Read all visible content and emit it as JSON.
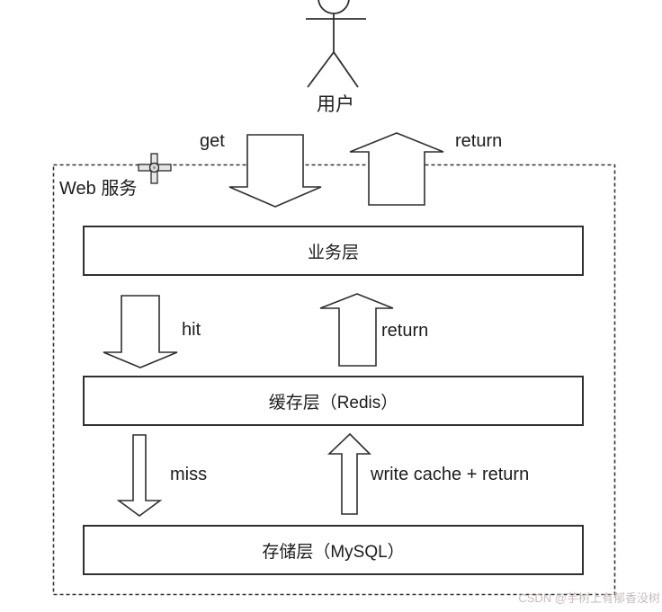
{
  "diagram": {
    "actor": {
      "label": "用户"
    },
    "container": {
      "label": "Web 服务"
    },
    "boxes": [
      {
        "id": "business",
        "label": "业务层"
      },
      {
        "id": "cache",
        "label": "缓存层（Redis）"
      },
      {
        "id": "storage",
        "label": "存储层（MySQL）"
      }
    ],
    "arrows": [
      {
        "id": "get",
        "label": "get",
        "direction": "down"
      },
      {
        "id": "return-top",
        "label": "return",
        "direction": "up"
      },
      {
        "id": "hit",
        "label": "hit",
        "direction": "down"
      },
      {
        "id": "return-mid",
        "label": "return",
        "direction": "up"
      },
      {
        "id": "miss",
        "label": "miss",
        "direction": "down"
      },
      {
        "id": "write-cache",
        "label": "write cache + return",
        "direction": "up"
      }
    ],
    "icons": [
      {
        "name": "person-icon"
      },
      {
        "name": "move-cursor-icon"
      }
    ],
    "watermark": "CSDN @芋树上有郁香没树",
    "colors": {
      "stroke": "#2f2f2f",
      "text": "#1c1c1c",
      "watermark": "#c8bcbc",
      "background": "#ffffff"
    }
  }
}
